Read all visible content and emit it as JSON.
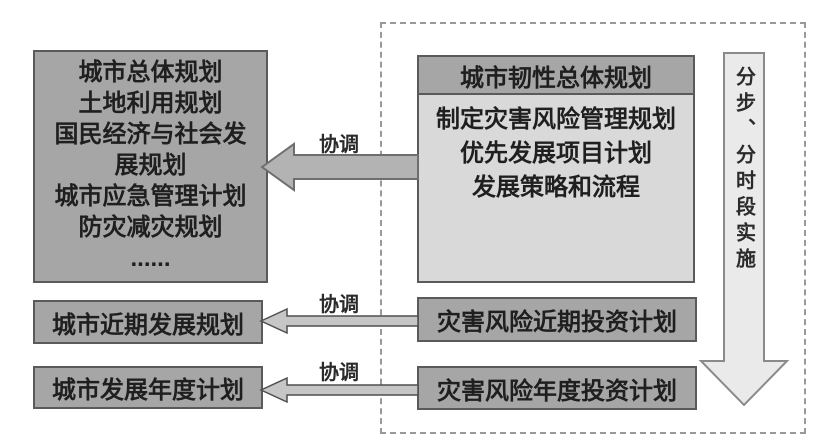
{
  "colors": {
    "box_fill": "#a6a6a6",
    "box_border": "#5a5a5a",
    "panel_fill": "#d9d9d9",
    "thick_arrow_fill": "#b3b3b3",
    "thin_arrow_fill": "#c6c6c6",
    "big_arrow_fill": "#eaeaea",
    "dashed_border": "#999999",
    "text": "#1f1f1f"
  },
  "left_column": {
    "plans_box": {
      "lines": [
        "城市总体规划",
        "土地利用规划",
        "国民经济与社会发展规划",
        "城市应急管理计划",
        "防灾减灾规划",
        "......"
      ]
    },
    "near_term_plan": "城市近期发展规划",
    "annual_plan": "城市发展年度计划"
  },
  "right_column": {
    "resilience_box": {
      "title": "城市韧性总体规划",
      "lines": [
        "制定灾害风险管理规划",
        "优先发展项目计划",
        "发展策略和流程"
      ]
    },
    "near_term_investment": "灾害风险近期投资计划",
    "annual_investment": "灾害风险年度投资计划"
  },
  "arrows": {
    "coordination_labels": [
      "协调",
      "协调",
      "协调"
    ],
    "implementation_label": "分步、分时段实施"
  }
}
